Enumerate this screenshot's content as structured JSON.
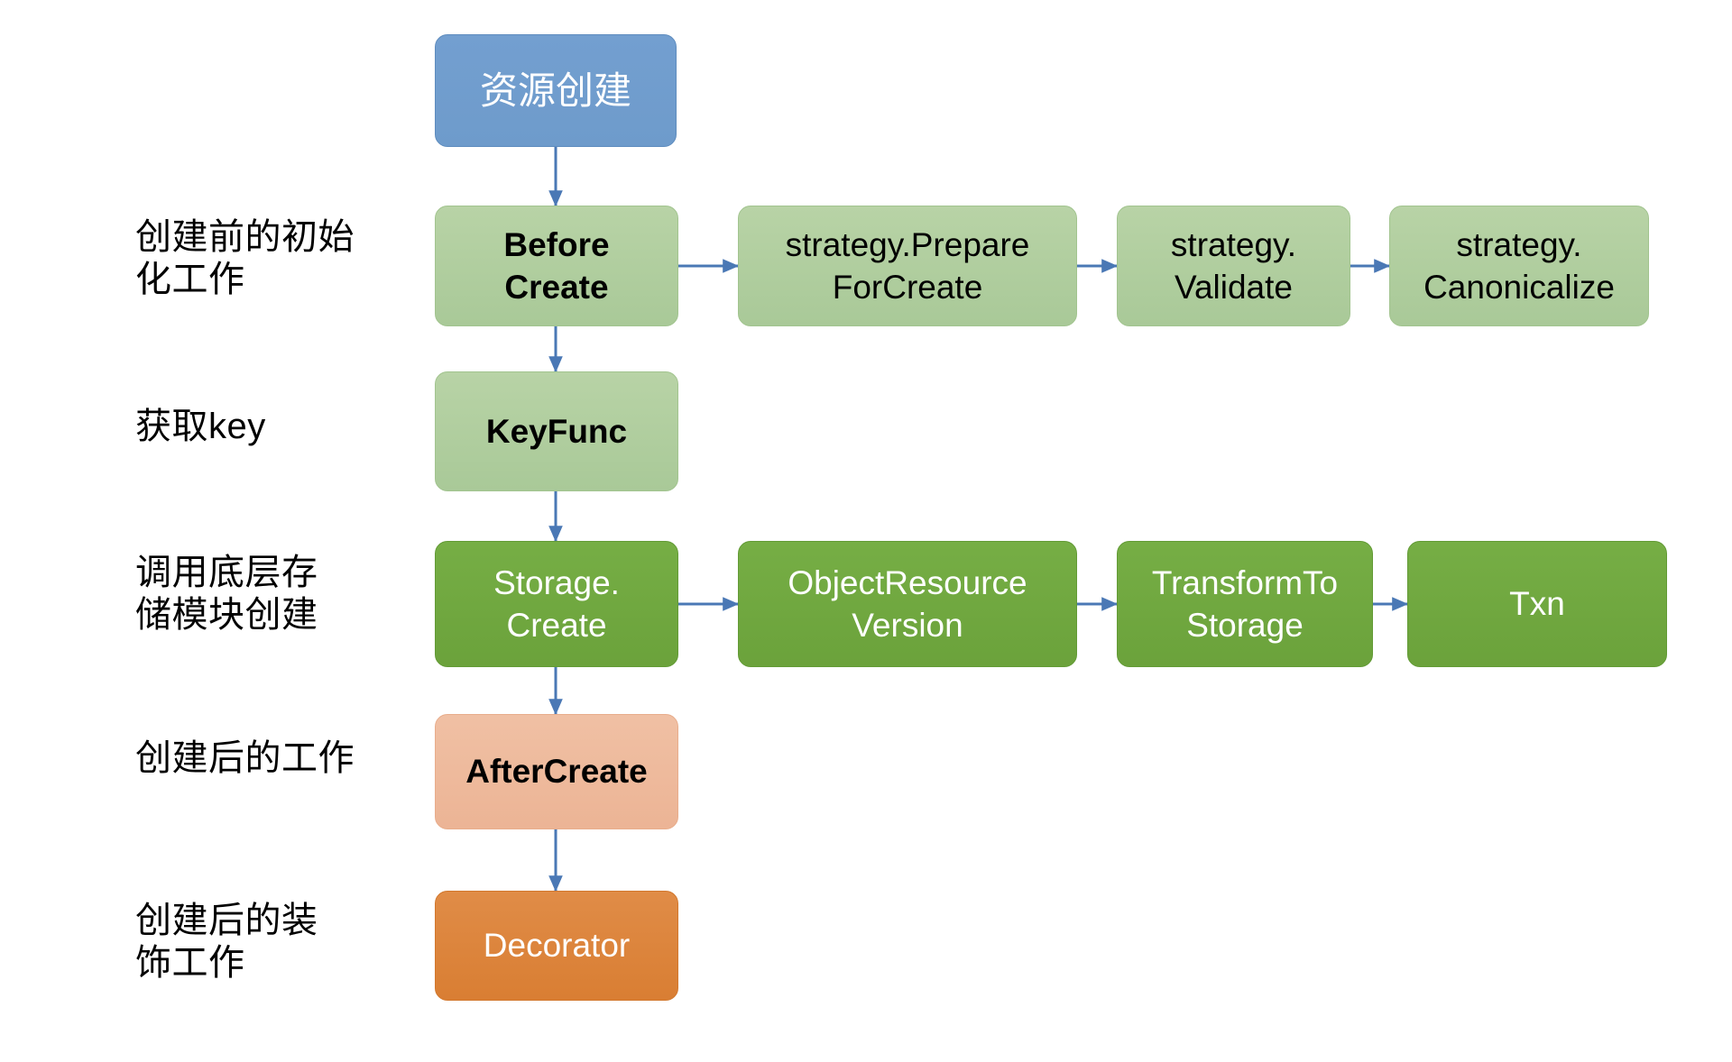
{
  "diagram": {
    "title": "资源创建",
    "accent_blue": "#6E9BCB",
    "accent_light_green": "#AFCF9D",
    "accent_dark_green": "#6FA83C",
    "accent_peach": "#ECB495",
    "accent_orange": "#D97E33",
    "arrow_color": "#4A78B5"
  },
  "start_node": {
    "label": "资源创建",
    "style": "blue"
  },
  "row_labels": [
    {
      "text": "创建前的初始\n化工作"
    },
    {
      "text": "获取key"
    },
    {
      "text": "调用底层存\n储模块创建"
    },
    {
      "text": "创建后的工作"
    },
    {
      "text": "创建后的装\n饰工作"
    }
  ],
  "rows": [
    {
      "name": "before-create-row",
      "nodes": [
        {
          "label": "Before\nCreate",
          "style": "lightgreen"
        },
        {
          "label": "strategy.Prepare\nForCreate",
          "style": "lightgreen"
        },
        {
          "label": "strategy.\nValidate",
          "style": "lightgreen"
        },
        {
          "label": "strategy.\nCanonicalize",
          "style": "lightgreen"
        }
      ]
    },
    {
      "name": "keyfunc-row",
      "nodes": [
        {
          "label": "KeyFunc",
          "style": "lightgreen"
        }
      ]
    },
    {
      "name": "storage-create-row",
      "nodes": [
        {
          "label": "Storage.\nCreate",
          "style": "darkgreen"
        },
        {
          "label": "ObjectResource\nVersion",
          "style": "darkgreen"
        },
        {
          "label": "TransformTo\nStorage",
          "style": "darkgreen"
        },
        {
          "label": "Txn",
          "style": "darkgreen"
        }
      ]
    },
    {
      "name": "after-create-row",
      "nodes": [
        {
          "label": "AfterCreate",
          "style": "peach"
        }
      ]
    },
    {
      "name": "decorator-row",
      "nodes": [
        {
          "label": "Decorator",
          "style": "orange"
        }
      ]
    }
  ]
}
